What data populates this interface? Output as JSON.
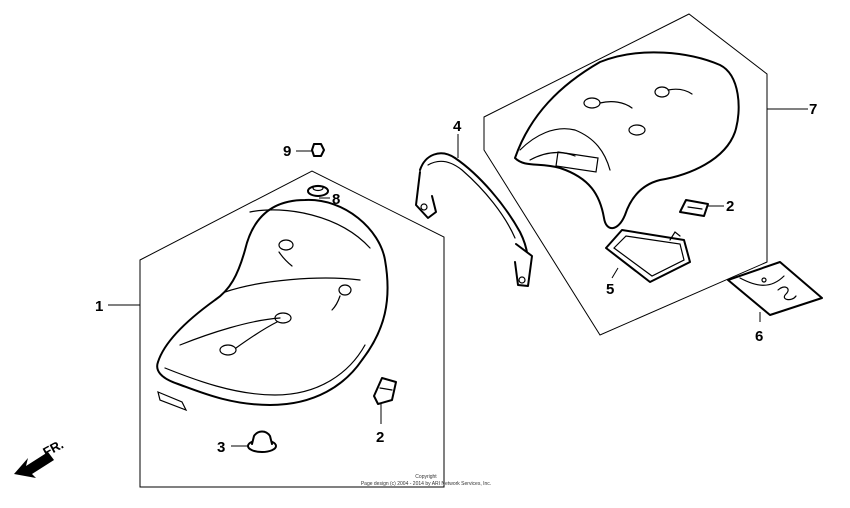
{
  "callouts": {
    "c1": "1",
    "c2a": "2",
    "c2b": "2",
    "c3": "3",
    "c4": "4",
    "c5": "5",
    "c6": "6",
    "c7": "7",
    "c8": "8",
    "c9": "9"
  },
  "direction": {
    "label": "FR."
  },
  "copyright": {
    "line1": "Copyright",
    "line2": "Page design (c) 2004 - 2014 by ARI Network Services, Inc."
  },
  "icons": {
    "front_arrow": "front-direction-arrow-icon"
  }
}
